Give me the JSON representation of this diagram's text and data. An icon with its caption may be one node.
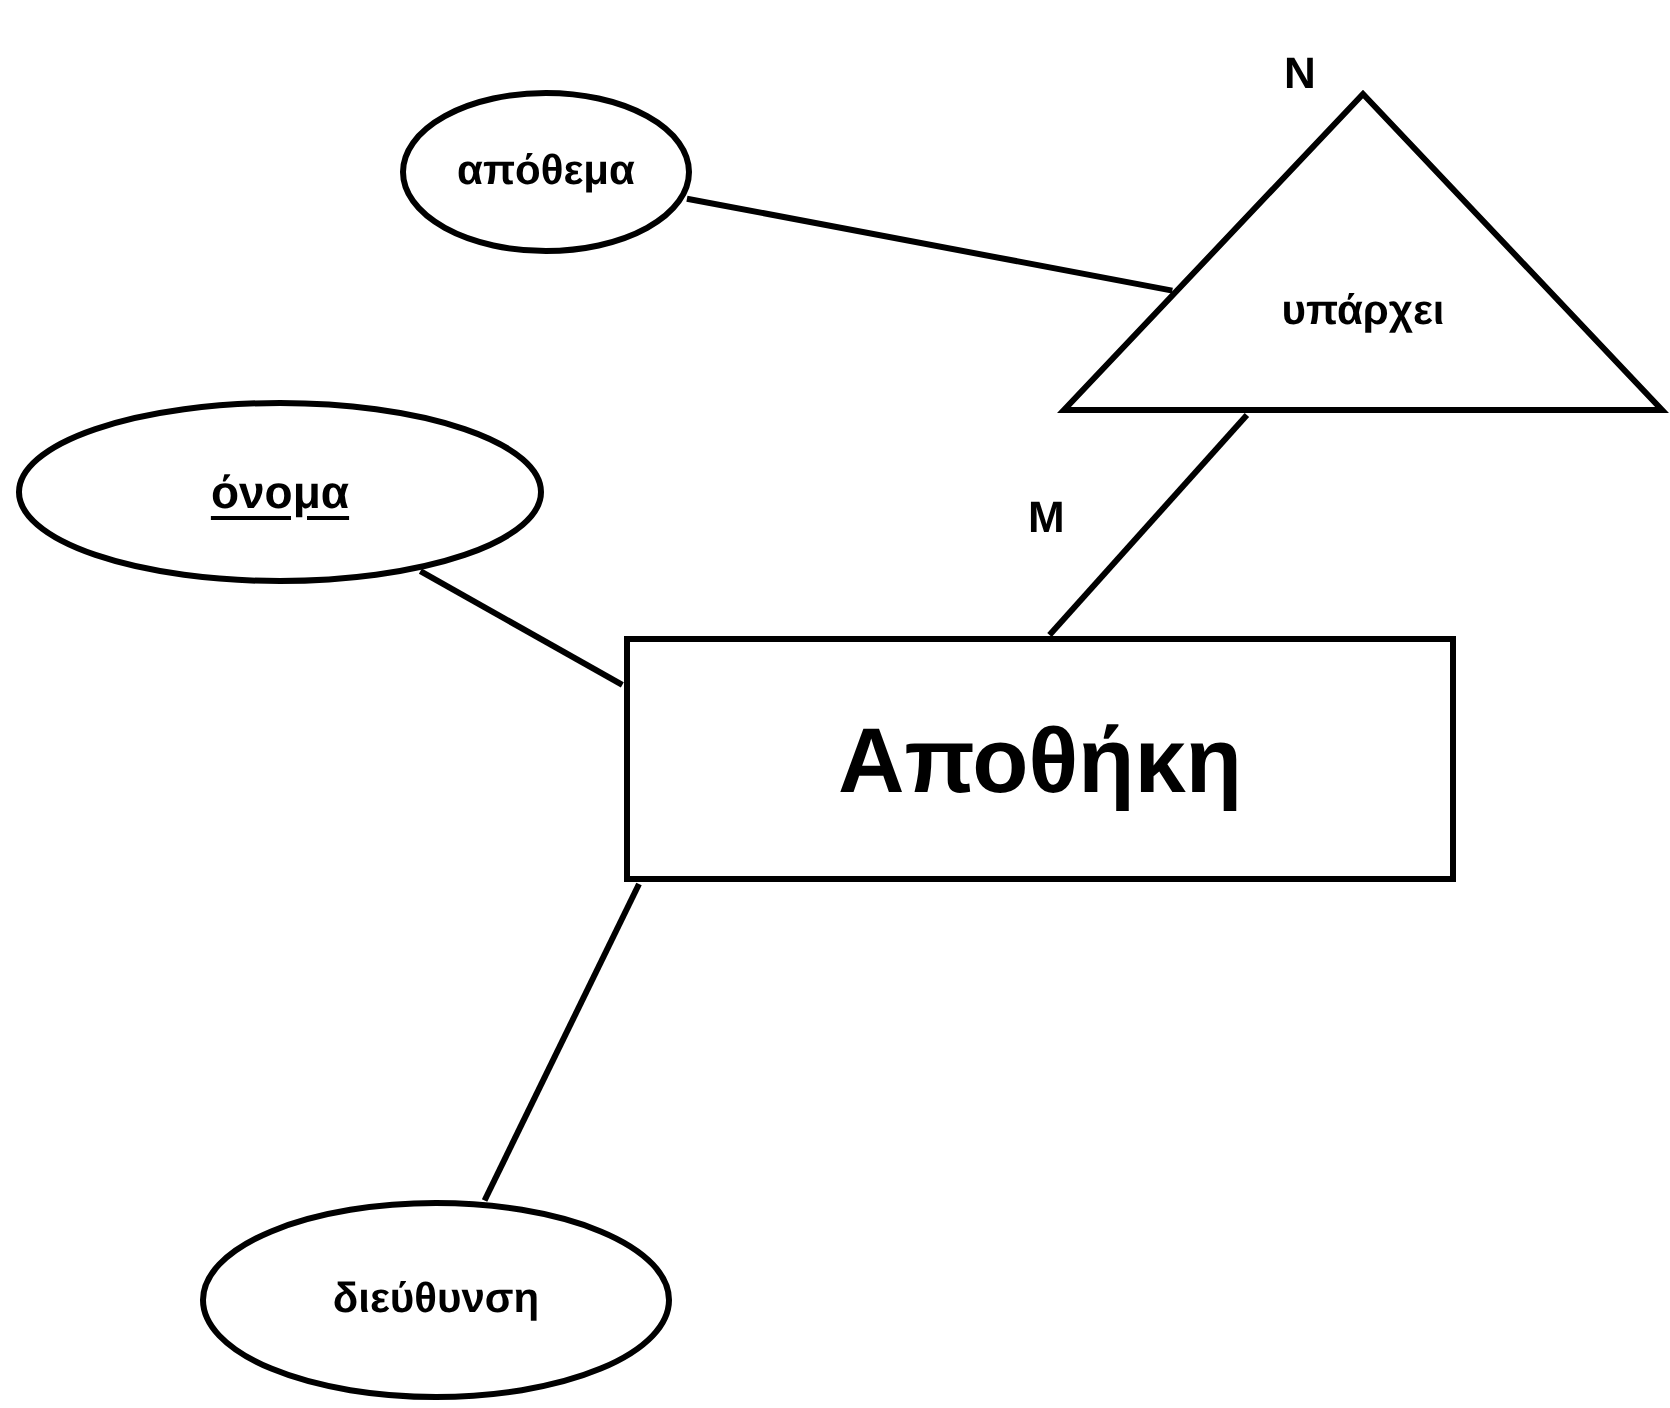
{
  "diagram": {
    "nodes": [
      {
        "text": [
          "απόθεμα"
        ]
      },
      {
        "text": [
          "υπάρχει"
        ]
      },
      {
        "text": [
          "όνομα"
        ]
      },
      {
        "text": [
          "Αποθήκη"
        ]
      },
      {
        "text": [
          "διεύθυνση"
        ]
      }
    ],
    "edges": [
      {
        "from": 0,
        "to": 1,
        "arrow": "none"
      },
      {
        "from": 3,
        "to": 1,
        "arrow": "none",
        "label": "M"
      },
      {
        "from": 2,
        "to": 3,
        "arrow": "none"
      },
      {
        "from": 3,
        "to": 4,
        "arrow": "none"
      }
    ],
    "labels": [
      "N"
    ]
  }
}
